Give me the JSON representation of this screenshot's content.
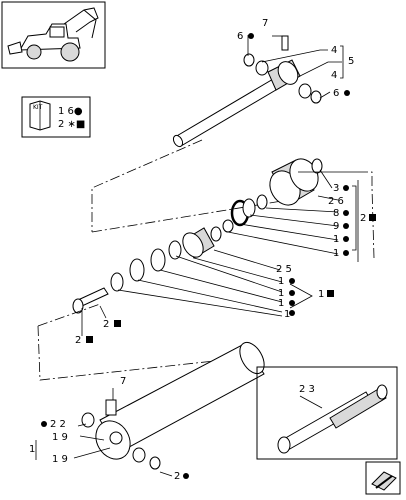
{
  "kit_legend": {
    "kit_label": "KIT",
    "row1": "1 6●",
    "row2": "2 ∗■"
  },
  "callouts": {
    "c7_top": "7",
    "c6_left_top": "6",
    "c4_a": "4",
    "c5": "5",
    "c4_b": "4",
    "c6_right": "6",
    "c3": "3",
    "c26": "2 6",
    "c2_bracket": "2",
    "c8": "8",
    "c9": "9",
    "c1_a": "1",
    "c1_b": "1",
    "c25": "2 5",
    "c1_c": "1",
    "c1_d": "1",
    "c1_e": "1",
    "c1_bracket": "1",
    "c1_f": "1",
    "c2_bolt": "2",
    "c2_left": "2",
    "c7_bottom": "7",
    "c22": "2 2",
    "c19_a": "1 9",
    "c1_stack": "1",
    "c19_b": "1 9",
    "c2_bottom": "2",
    "c23": "2 3"
  }
}
